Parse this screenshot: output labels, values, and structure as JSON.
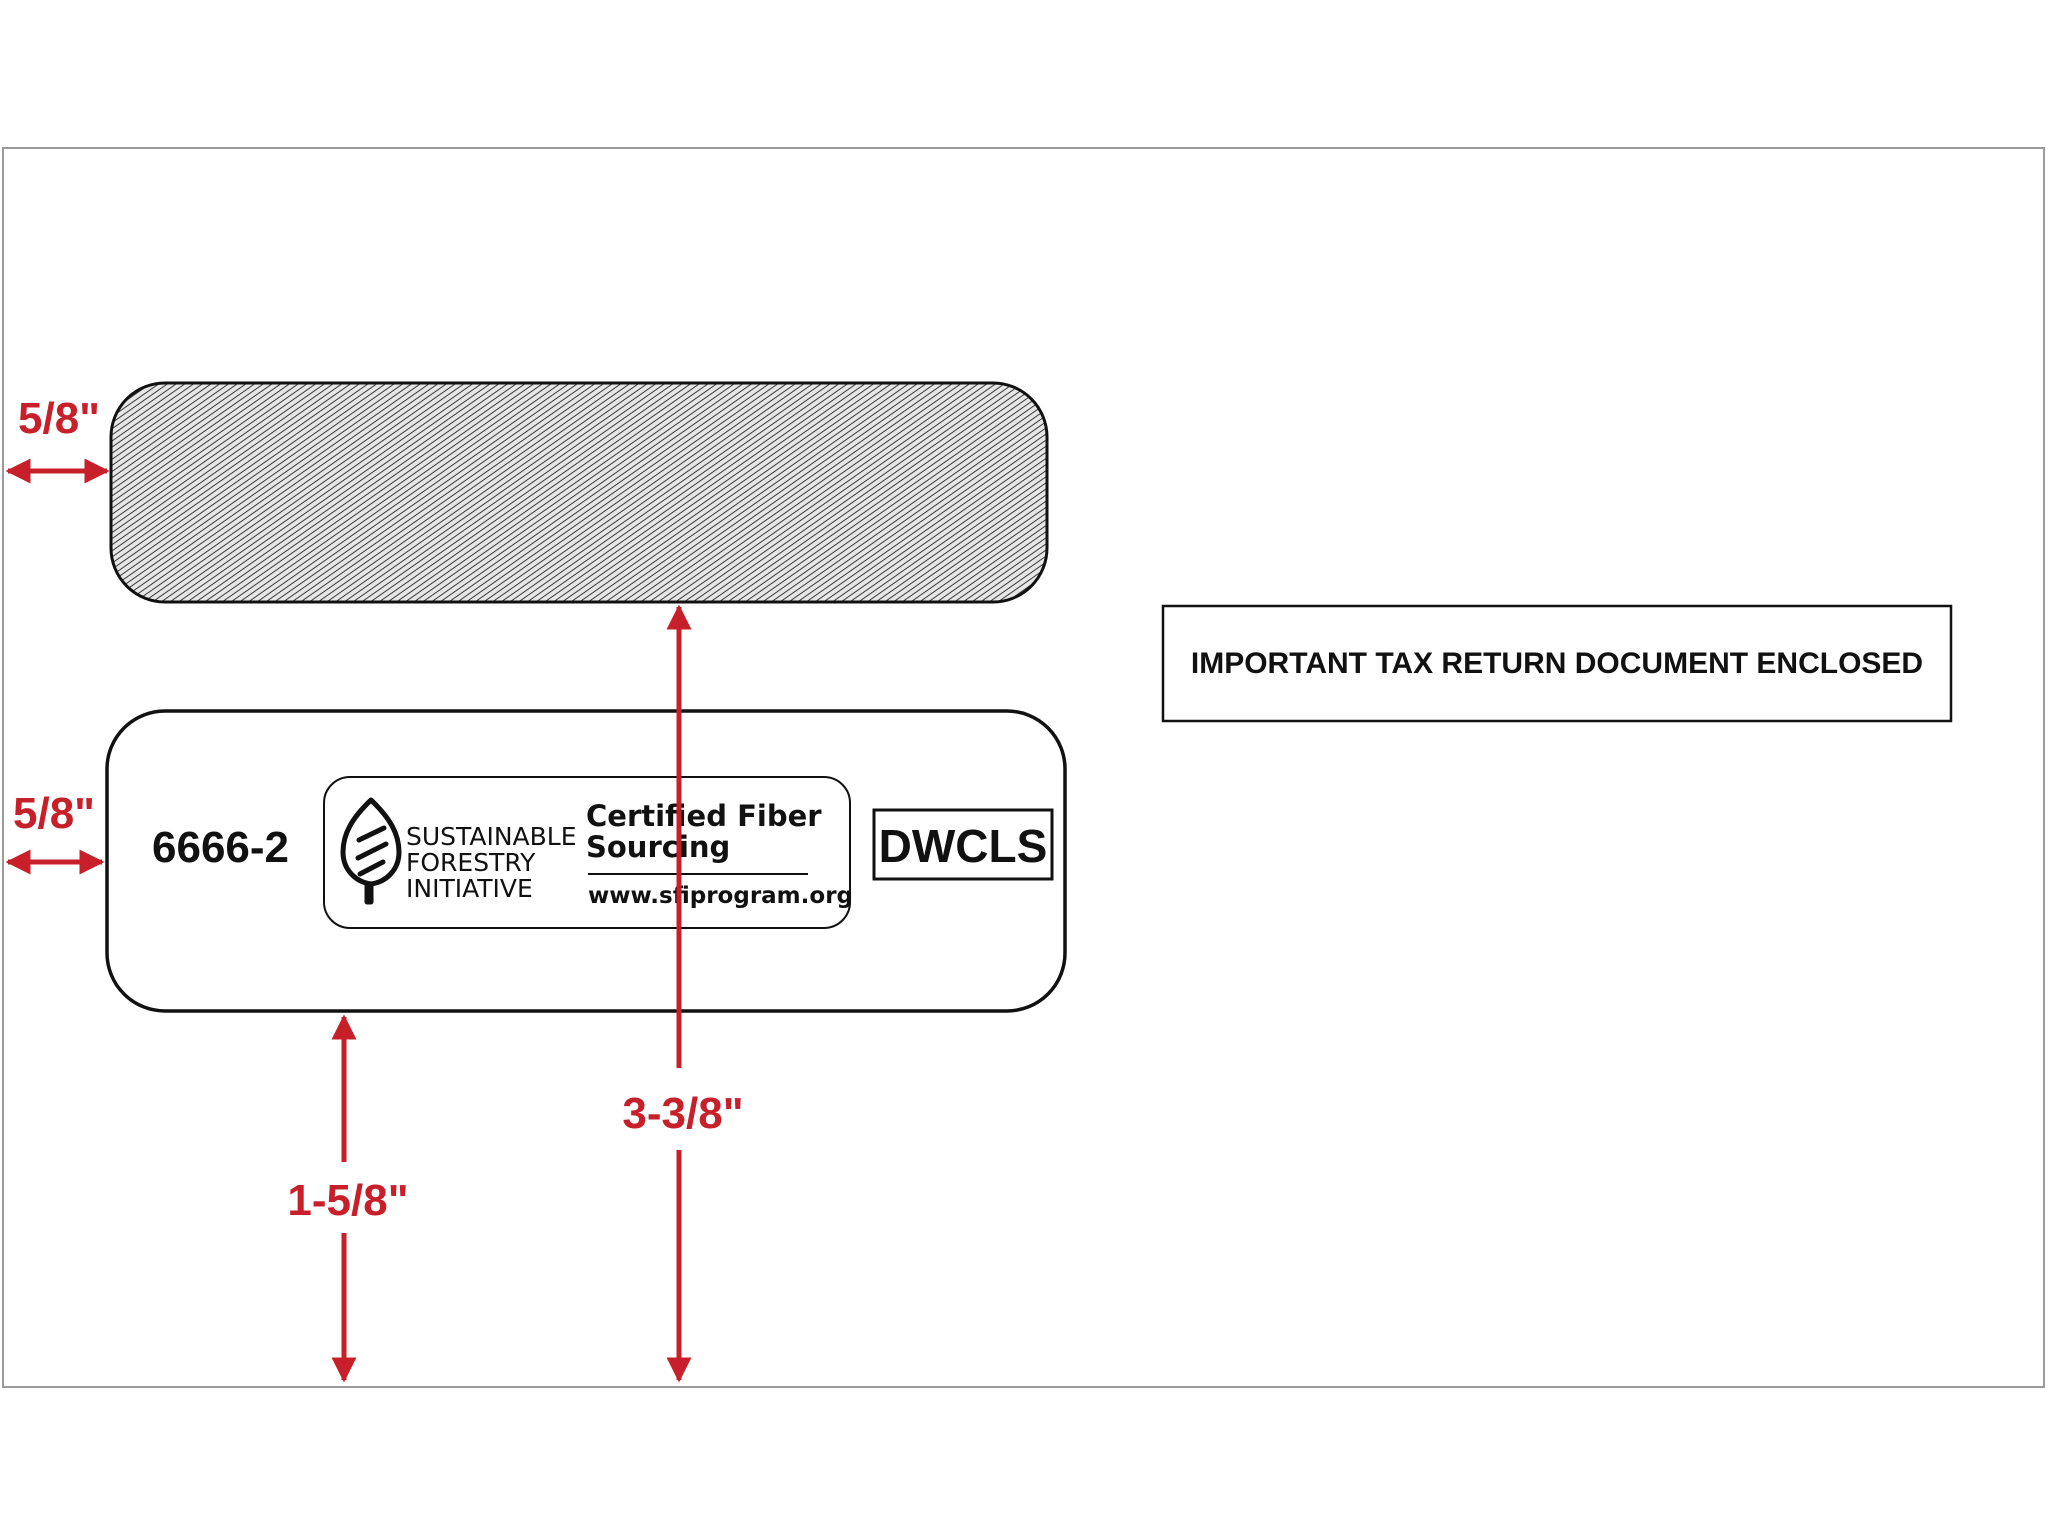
{
  "envelope": {
    "notice_text": "IMPORTANT TAX RETURN DOCUMENT ENCLOSED",
    "form_number": "6666-2",
    "product_code": "DWCLS"
  },
  "certification_logo": {
    "brand_lines": [
      "SUSTAINABLE",
      "FORESTRY",
      "INITIATIVE"
    ],
    "heading_lines": [
      "Certified Fiber",
      "Sourcing"
    ],
    "website": "www.sfiprogram.org"
  },
  "dimensions": {
    "top_window_left_margin": "5/8\"",
    "bottom_window_left_margin": "5/8\"",
    "bottom_window_from_bottom": "1-5/8\"",
    "top_window_from_bottom": "3-3/8\""
  },
  "colors": {
    "dimension_red": "#c8202a",
    "outline": "#111111"
  }
}
